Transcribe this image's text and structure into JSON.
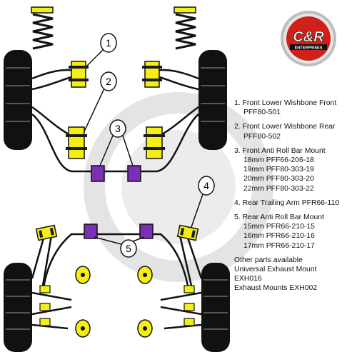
{
  "logo": {
    "mark": "C&R",
    "subtitle": "ENTERPRISES",
    "colors": {
      "ring": "#c8c8c8",
      "center": "#d0201a",
      "text": "#ffffff"
    }
  },
  "colors": {
    "bush": "#f5ee14",
    "bush_stripe": "#1a1a1a",
    "antiroll": "#7a2fb4",
    "tyre": "#111111",
    "line": "#111111",
    "watermark": "#d9d9d9"
  },
  "callouts": [
    "1",
    "2",
    "3",
    "4",
    "5"
  ],
  "legend": {
    "items": [
      {
        "title": "1. Front Lower Wishbone Front",
        "lines": [
          "PFF80-501"
        ]
      },
      {
        "title": "2. Front Lower Wishbone Rear",
        "lines": [
          "PFF80-502"
        ]
      },
      {
        "title": "3. Front Anti Roll Bar Mount",
        "lines": [
          "18mm PFF66-206-18",
          "19mm PFF80-303-19",
          "20mm PFF80-303-20",
          "22mm PFF80-303-22"
        ]
      },
      {
        "title": "4. Rear Trailing Arm PFR66-110",
        "lines": []
      },
      {
        "title": "5. Rear Anti Roll Bar Mount",
        "lines": [
          "15mm PFR66-210-15",
          "16mm PFR66-210-16",
          "17mm PFR66-210-17"
        ]
      }
    ],
    "other": [
      "Other parts available",
      "Universal Exhaust Mount",
      "EXH016",
      "Exhaust Mounts EXH002"
    ]
  }
}
